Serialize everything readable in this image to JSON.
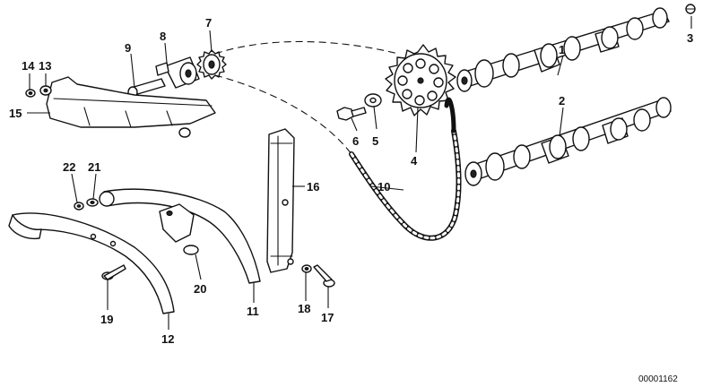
{
  "diagram": {
    "callouts": {
      "c1": "1",
      "c2": "2",
      "c3": "3",
      "c4": "4",
      "c5": "5",
      "c6": "6",
      "c7": "7",
      "c8": "8",
      "c9": "9",
      "c10": "10",
      "c11": "11",
      "c12": "12",
      "c13": "13",
      "c14": "14",
      "c15": "15",
      "c16": "16",
      "c17": "17",
      "c18": "18",
      "c19": "19",
      "c20": "20",
      "c21": "21",
      "c22": "22"
    },
    "catalog_number": "00001162"
  }
}
